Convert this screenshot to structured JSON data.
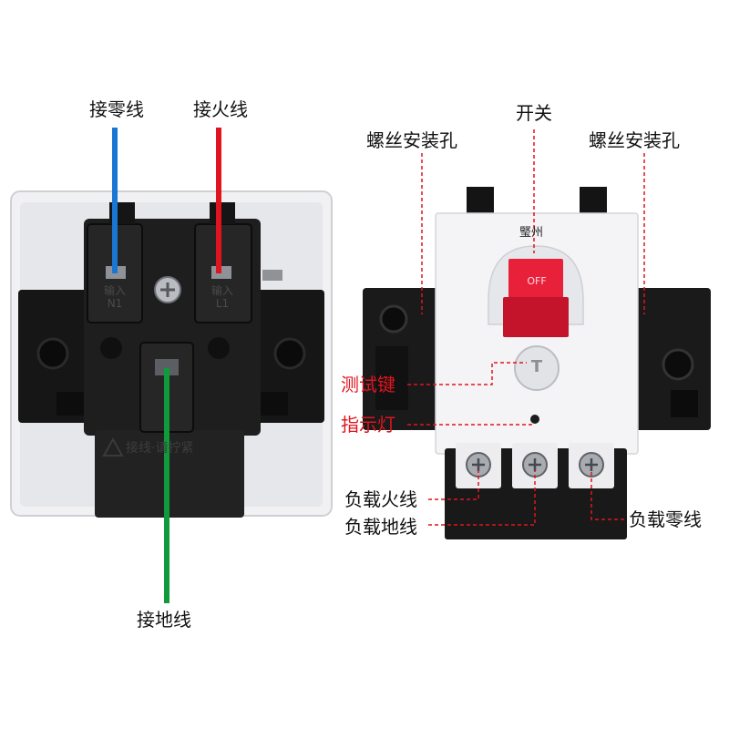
{
  "left_panel": {
    "label_neutral_wire": "接零线",
    "label_live_wire": "接火线",
    "label_ground_wire": "接地线",
    "terminal_n": "输入\nN1",
    "terminal_l": "输入\nL1",
    "bottom_tab_text": "接线·请拧紧",
    "wire_colors": {
      "neutral": "#1a76d2",
      "live": "#e0141e",
      "ground": "#109a3c"
    }
  },
  "right_panel": {
    "label_switch": "开关",
    "label_screw_hole_left": "螺丝安装孔",
    "label_screw_hole_right": "螺丝安装孔",
    "label_test_button": "测试键",
    "label_indicator": "指示灯",
    "label_load_live": "负载火线",
    "label_load_ground": "负载地线",
    "label_load_neutral": "负载零线",
    "brand_mark": "㻨州",
    "switch_state_text": "OFF",
    "test_button_glyph": "T",
    "switch_color": "#e8203a"
  }
}
